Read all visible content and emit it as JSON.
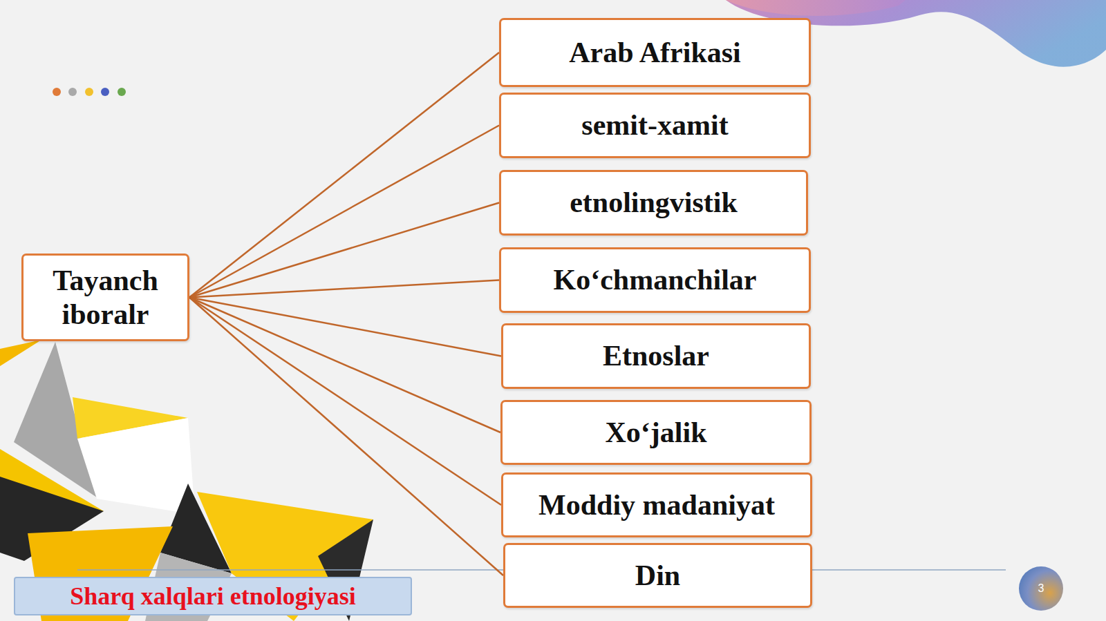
{
  "diagram": {
    "nodes": [
      {
        "text": [
          "Tayanch iboralr"
        ]
      },
      {
        "text": [
          "Arab Afrikasi"
        ]
      },
      {
        "text": [
          "semit-xamit"
        ]
      },
      {
        "text": [
          "etnolingvistik"
        ]
      },
      {
        "text": [
          "Ko‘chmanchilar"
        ]
      },
      {
        "text": [
          "Etnoslar"
        ]
      },
      {
        "text": [
          "Xo‘jalik"
        ]
      },
      {
        "text": [
          "Moddiy madaniyat"
        ]
      },
      {
        "text": [
          "Din"
        ]
      },
      {
        "text": [
          "Sharq xalqlari etnologiyasi"
        ]
      },
      {
        "text": [
          "3"
        ]
      }
    ],
    "edges": [
      {
        "from": 0,
        "to": 1,
        "arrow": "none"
      },
      {
        "from": 0,
        "to": 2,
        "arrow": "none"
      },
      {
        "from": 0,
        "to": 3,
        "arrow": "none"
      },
      {
        "from": 0,
        "to": 4,
        "arrow": "none"
      },
      {
        "from": 0,
        "to": 5,
        "arrow": "none"
      },
      {
        "from": 0,
        "to": 6,
        "arrow": "none"
      },
      {
        "from": 0,
        "to": 7,
        "arrow": "none"
      },
      {
        "from": 0,
        "to": 8,
        "arrow": "none"
      }
    ]
  }
}
